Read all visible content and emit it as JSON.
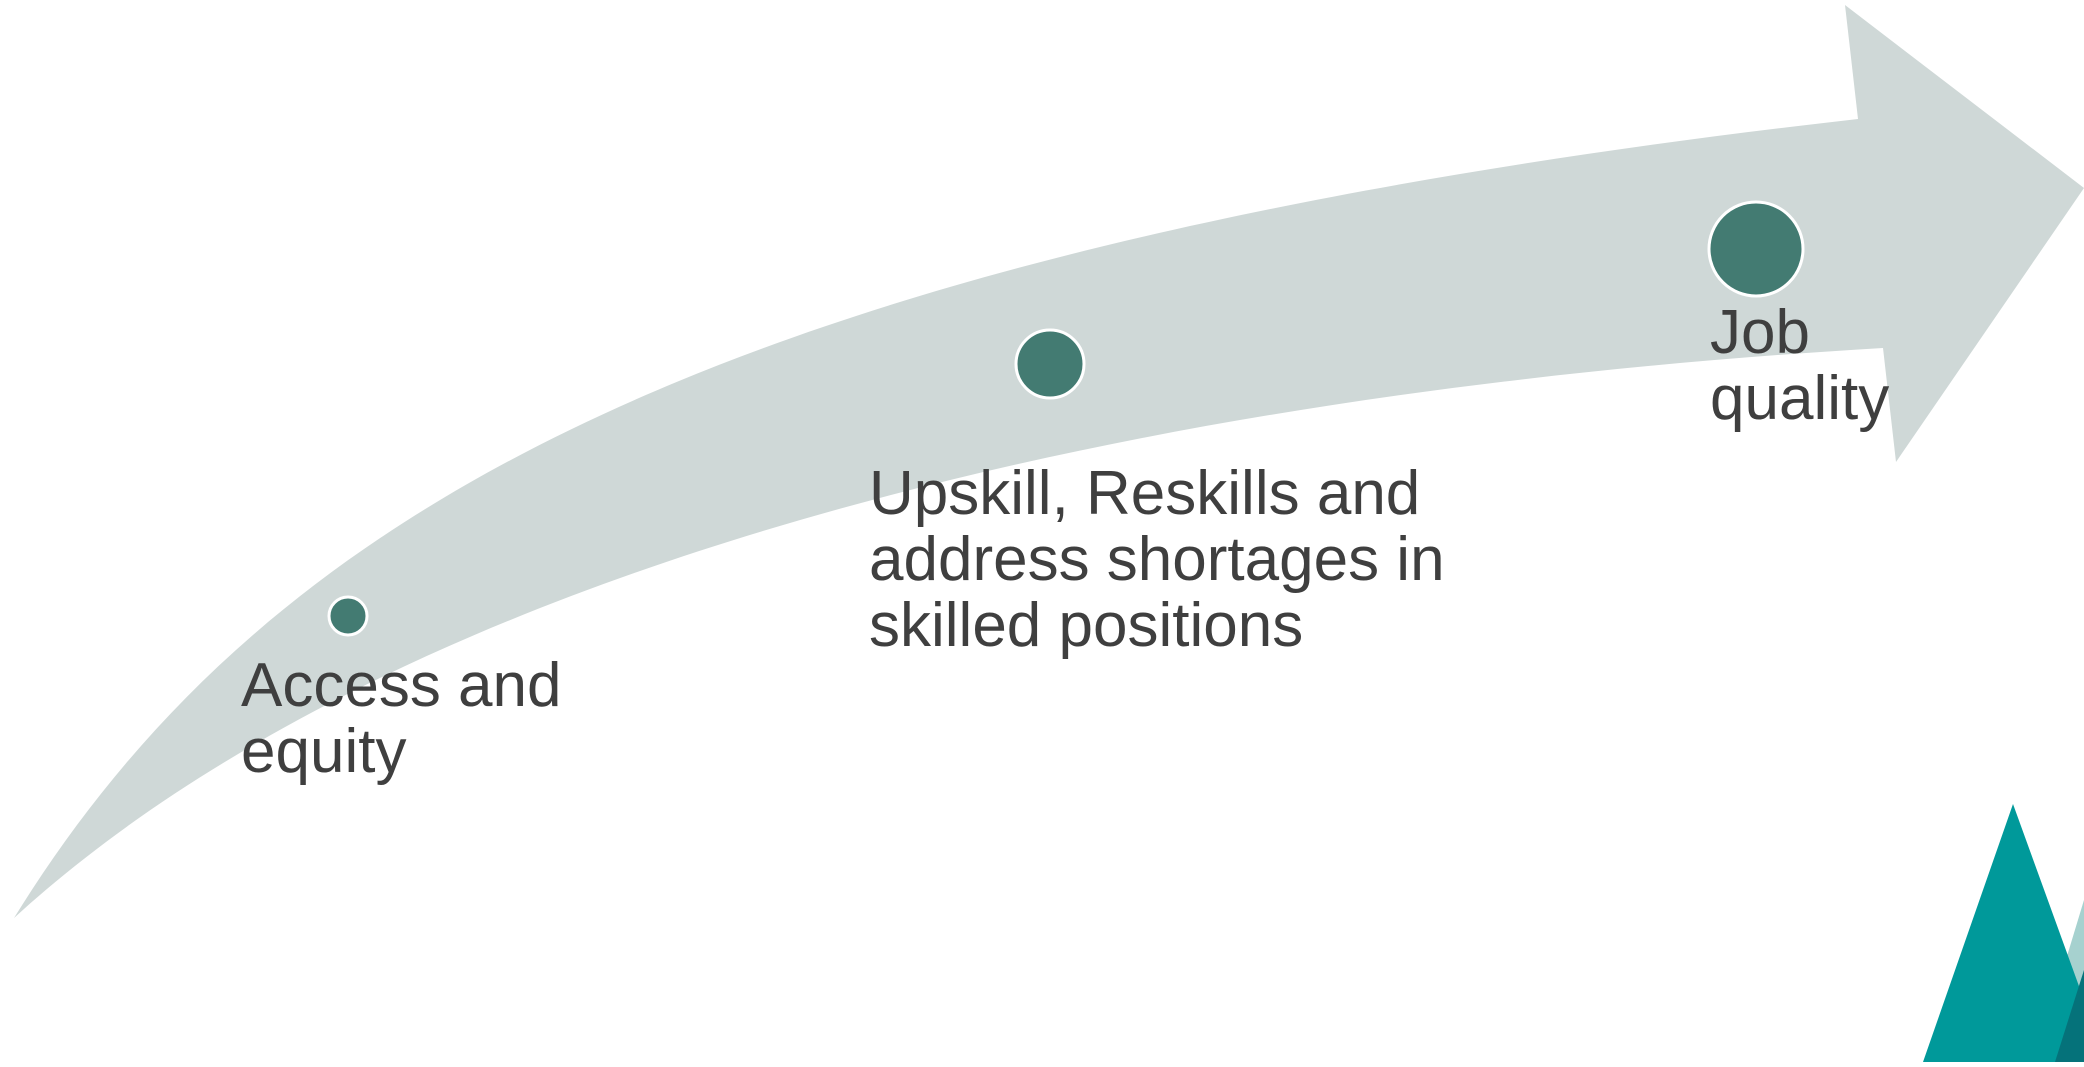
{
  "diagram": {
    "stages": [
      {
        "label_lines": [
          "Access and",
          "equity"
        ]
      },
      {
        "label_lines": [
          "Upskill, Reskills and",
          "address shortages in",
          "skilled positions"
        ]
      },
      {
        "label_lines": [
          "Job",
          "quality"
        ]
      }
    ],
    "colors": {
      "arrow": "#cfd8d7",
      "marker": "#437b72",
      "marker_ring": "#ffffff",
      "text": "#3f3f3f",
      "accent_light": "#a6d1cf",
      "accent": "#00999a",
      "accent_dark": "#05727a"
    }
  }
}
